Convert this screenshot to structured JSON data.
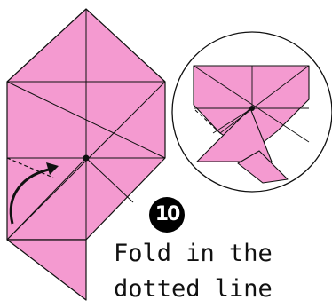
{
  "step": {
    "number": "10"
  },
  "instruction": {
    "line1": "Fold in the",
    "line2": "dotted line"
  },
  "colors": {
    "paper": "#f49ad0",
    "outline": "#111111",
    "background": "#ffffff"
  },
  "icons": {
    "fold_arrow": "curved-arrow-icon",
    "detail": "magnifier-circle"
  }
}
